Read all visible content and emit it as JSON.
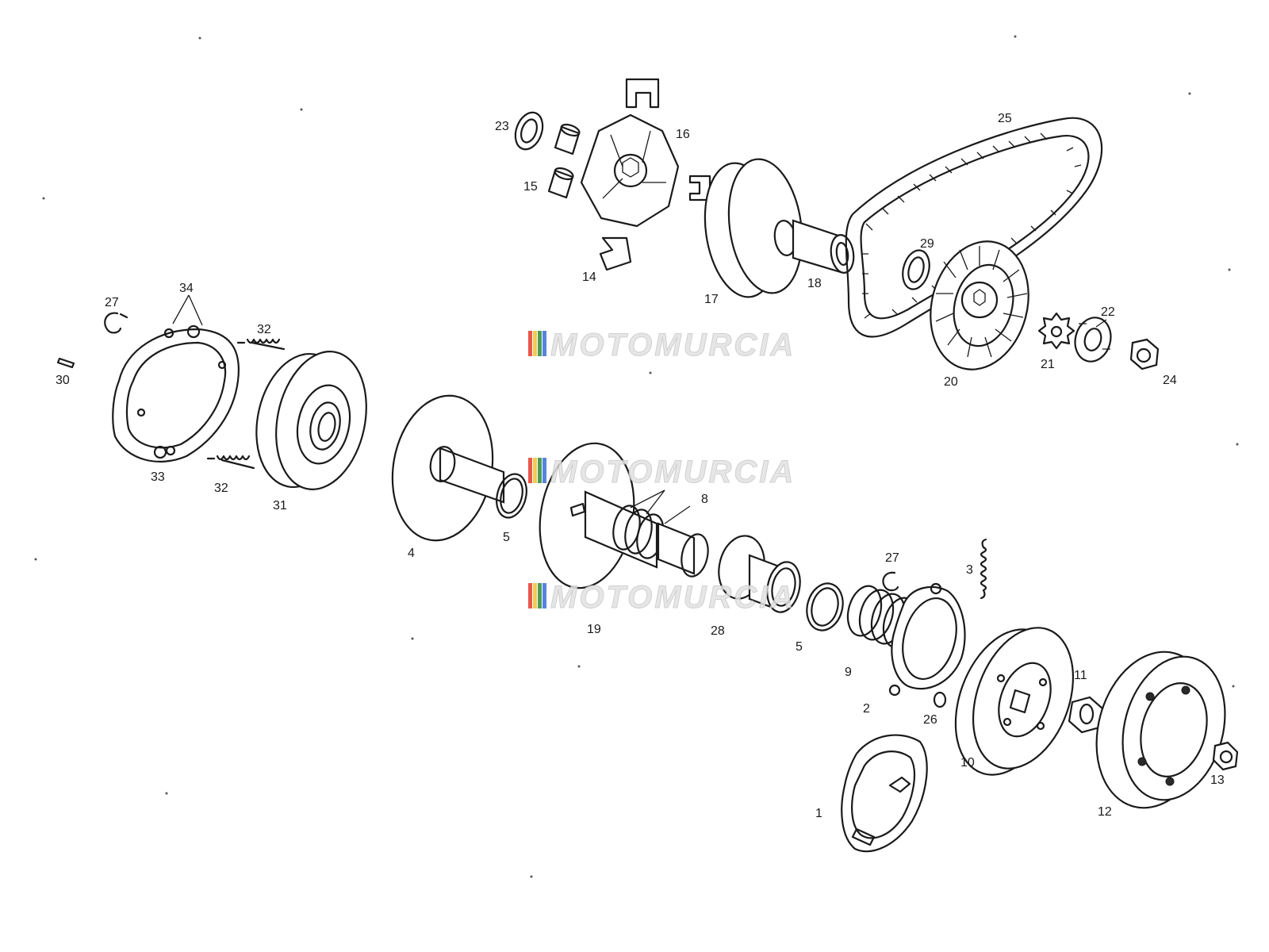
{
  "watermark": {
    "text": "MOTOMURCIA",
    "stripe_colors": [
      "#e63b2e",
      "#f2c230",
      "#2e8b3a",
      "#3b6ed6"
    ]
  },
  "callouts": {
    "c1": "1",
    "c2": "2",
    "c3": "3",
    "c4": "4",
    "c5a": "5",
    "c5b": "5",
    "c8": "8",
    "c9": "9",
    "c10": "10",
    "c11": "11",
    "c12": "12",
    "c13": "13",
    "c14": "14",
    "c15": "15",
    "c16": "16",
    "c17": "17",
    "c18": "18",
    "c19": "19",
    "c20": "20",
    "c21": "21",
    "c22": "22",
    "c23": "23",
    "c24": "24",
    "c25": "25",
    "c26": "26",
    "c27a": "27",
    "c27b": "27",
    "c28": "28",
    "c29": "29",
    "c30": "30",
    "c31": "31",
    "c32a": "32",
    "c32b": "32",
    "c33": "33",
    "c34": "34"
  }
}
